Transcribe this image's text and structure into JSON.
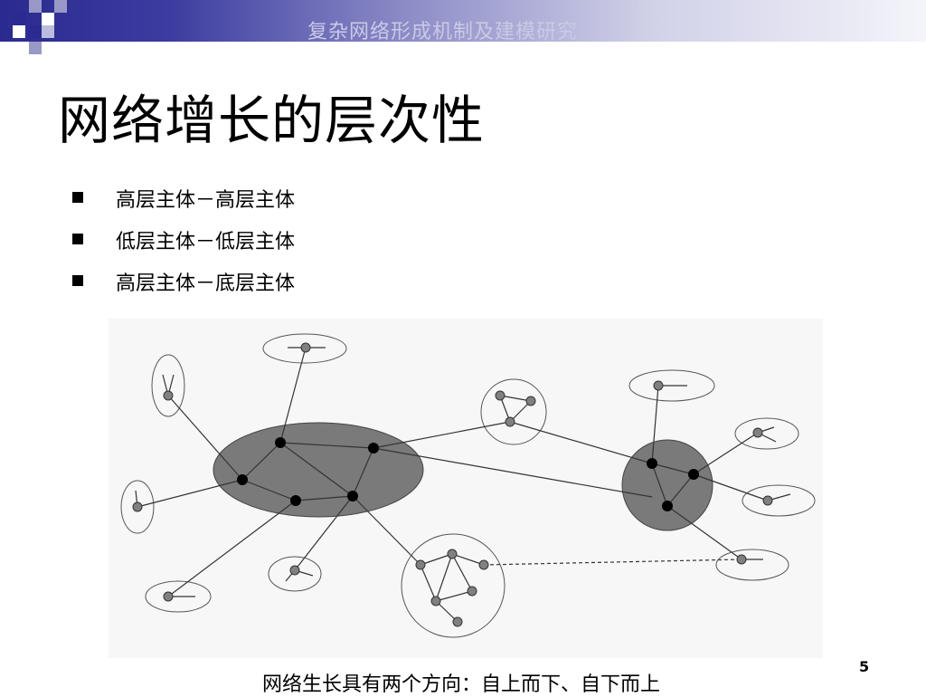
{
  "header": {
    "title": "复杂网络形成机制及建模研究"
  },
  "slide": {
    "title": "网络增长的层次性",
    "bullets": [
      {
        "label": "高层主体－高层主体"
      },
      {
        "label": "低层主体－低层主体"
      },
      {
        "label": "高层主体－底层主体"
      }
    ],
    "caption": "网络生长具有两个方向：自上而下、自下而上",
    "page_number": "5"
  },
  "colors": {
    "header_dark": "#2a2a90",
    "header_square_light": "#9999c8",
    "cluster_fill": "#7a7a7a",
    "hub_node": "#000000",
    "leaf_node": "#808080"
  }
}
